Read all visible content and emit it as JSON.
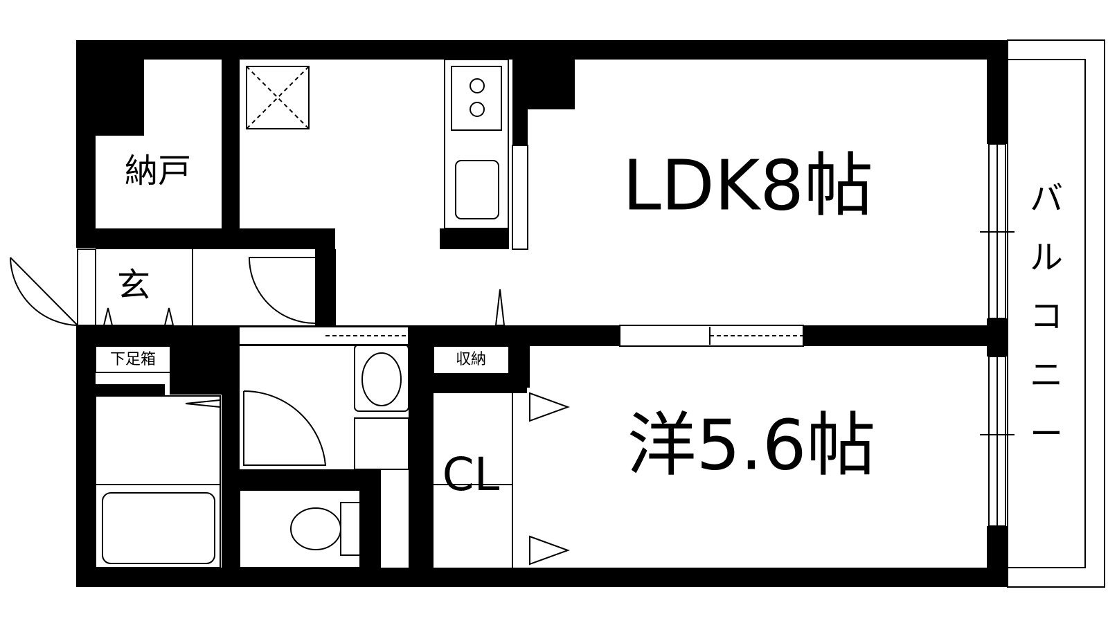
{
  "rooms": {
    "ldk": "LDK8帖",
    "western": "洋5.6帖",
    "storage_room": "納戸",
    "entrance": "玄",
    "shoe_box": "下足箱",
    "closet_small": "収納",
    "closet": "CL",
    "balcony": [
      "バ",
      "ル",
      "コ",
      "ニ",
      "ー"
    ]
  },
  "colors": {
    "wall": "#000000",
    "background": "#ffffff",
    "line": "#000000"
  }
}
